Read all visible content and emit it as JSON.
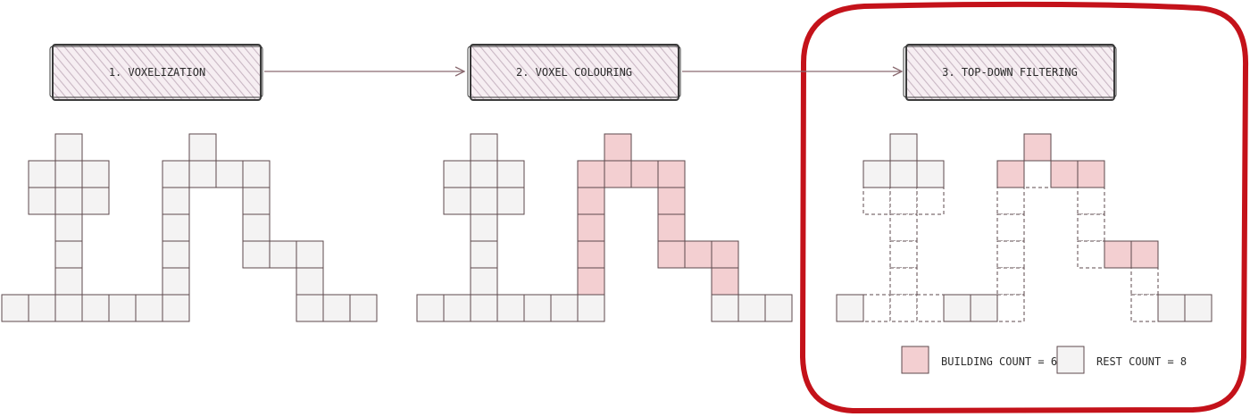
{
  "steps": [
    {
      "label": "1. VOXELIZATION"
    },
    {
      "label": "2. VOXEL COLOURING"
    },
    {
      "label": "3. TOP-DOWN FILTERING"
    }
  ],
  "legend": {
    "building": "BUILDING COUNT = 6",
    "rest": "REST COUNT = 8"
  },
  "colors": {
    "building_fill": "#f3cfd1",
    "rest_fill": "#f4f3f3",
    "outline": "#5e4a4d",
    "frame": "#c4121a",
    "arrow": "#8a6a70"
  },
  "grids": [
    {
      "solid": [
        [
          2,
          0
        ],
        [
          1,
          1
        ],
        [
          2,
          1
        ],
        [
          3,
          1
        ],
        [
          1,
          2
        ],
        [
          2,
          2
        ],
        [
          3,
          2
        ],
        [
          2,
          3
        ],
        [
          2,
          4
        ],
        [
          2,
          5
        ],
        [
          7,
          0
        ],
        [
          6,
          1
        ],
        [
          7,
          1
        ],
        [
          8,
          1
        ],
        [
          9,
          1
        ],
        [
          6,
          2
        ],
        [
          9,
          2
        ],
        [
          6,
          3
        ],
        [
          9,
          3
        ],
        [
          6,
          4
        ],
        [
          9,
          4
        ],
        [
          10,
          4
        ],
        [
          11,
          4
        ],
        [
          6,
          5
        ],
        [
          11,
          5
        ],
        [
          0,
          6
        ],
        [
          1,
          6
        ],
        [
          2,
          6
        ],
        [
          3,
          6
        ],
        [
          4,
          6
        ],
        [
          5,
          6
        ],
        [
          6,
          6
        ],
        [
          11,
          6
        ],
        [
          12,
          6
        ],
        [
          13,
          6
        ]
      ],
      "building": [],
      "dashed": []
    },
    {
      "solid": [
        [
          2,
          0
        ],
        [
          1,
          1
        ],
        [
          2,
          1
        ],
        [
          3,
          1
        ],
        [
          1,
          2
        ],
        [
          2,
          2
        ],
        [
          3,
          2
        ],
        [
          2,
          3
        ],
        [
          2,
          4
        ],
        [
          2,
          5
        ],
        [
          0,
          6
        ],
        [
          1,
          6
        ],
        [
          2,
          6
        ],
        [
          3,
          6
        ],
        [
          4,
          6
        ],
        [
          5,
          6
        ],
        [
          6,
          6
        ],
        [
          11,
          6
        ],
        [
          12,
          6
        ],
        [
          13,
          6
        ]
      ],
      "building": [
        [
          7,
          0
        ],
        [
          6,
          1
        ],
        [
          7,
          1
        ],
        [
          8,
          1
        ],
        [
          9,
          1
        ],
        [
          6,
          2
        ],
        [
          9,
          2
        ],
        [
          6,
          3
        ],
        [
          9,
          3
        ],
        [
          6,
          4
        ],
        [
          9,
          4
        ],
        [
          10,
          4
        ],
        [
          11,
          4
        ],
        [
          6,
          5
        ],
        [
          11,
          5
        ]
      ],
      "dashed": []
    },
    {
      "solid": [
        [
          2,
          0
        ],
        [
          1,
          1
        ],
        [
          2,
          1
        ],
        [
          3,
          1
        ],
        [
          0,
          6
        ],
        [
          4,
          6
        ],
        [
          5,
          6
        ],
        [
          12,
          6
        ],
        [
          13,
          6
        ]
      ],
      "building": [
        [
          7,
          0
        ],
        [
          6,
          1
        ],
        [
          8,
          1
        ],
        [
          9,
          1
        ],
        [
          10,
          4
        ],
        [
          11,
          4
        ]
      ],
      "dashed": [
        [
          7,
          1
        ],
        [
          1,
          2
        ],
        [
          2,
          2
        ],
        [
          3,
          2
        ],
        [
          6,
          2
        ],
        [
          9,
          2
        ],
        [
          2,
          3
        ],
        [
          6,
          3
        ],
        [
          9,
          3
        ],
        [
          2,
          4
        ],
        [
          6,
          4
        ],
        [
          9,
          4
        ],
        [
          2,
          5
        ],
        [
          6,
          5
        ],
        [
          11,
          5
        ],
        [
          1,
          6
        ],
        [
          2,
          6
        ],
        [
          3,
          6
        ],
        [
          6,
          6
        ],
        [
          11,
          6
        ]
      ]
    }
  ]
}
